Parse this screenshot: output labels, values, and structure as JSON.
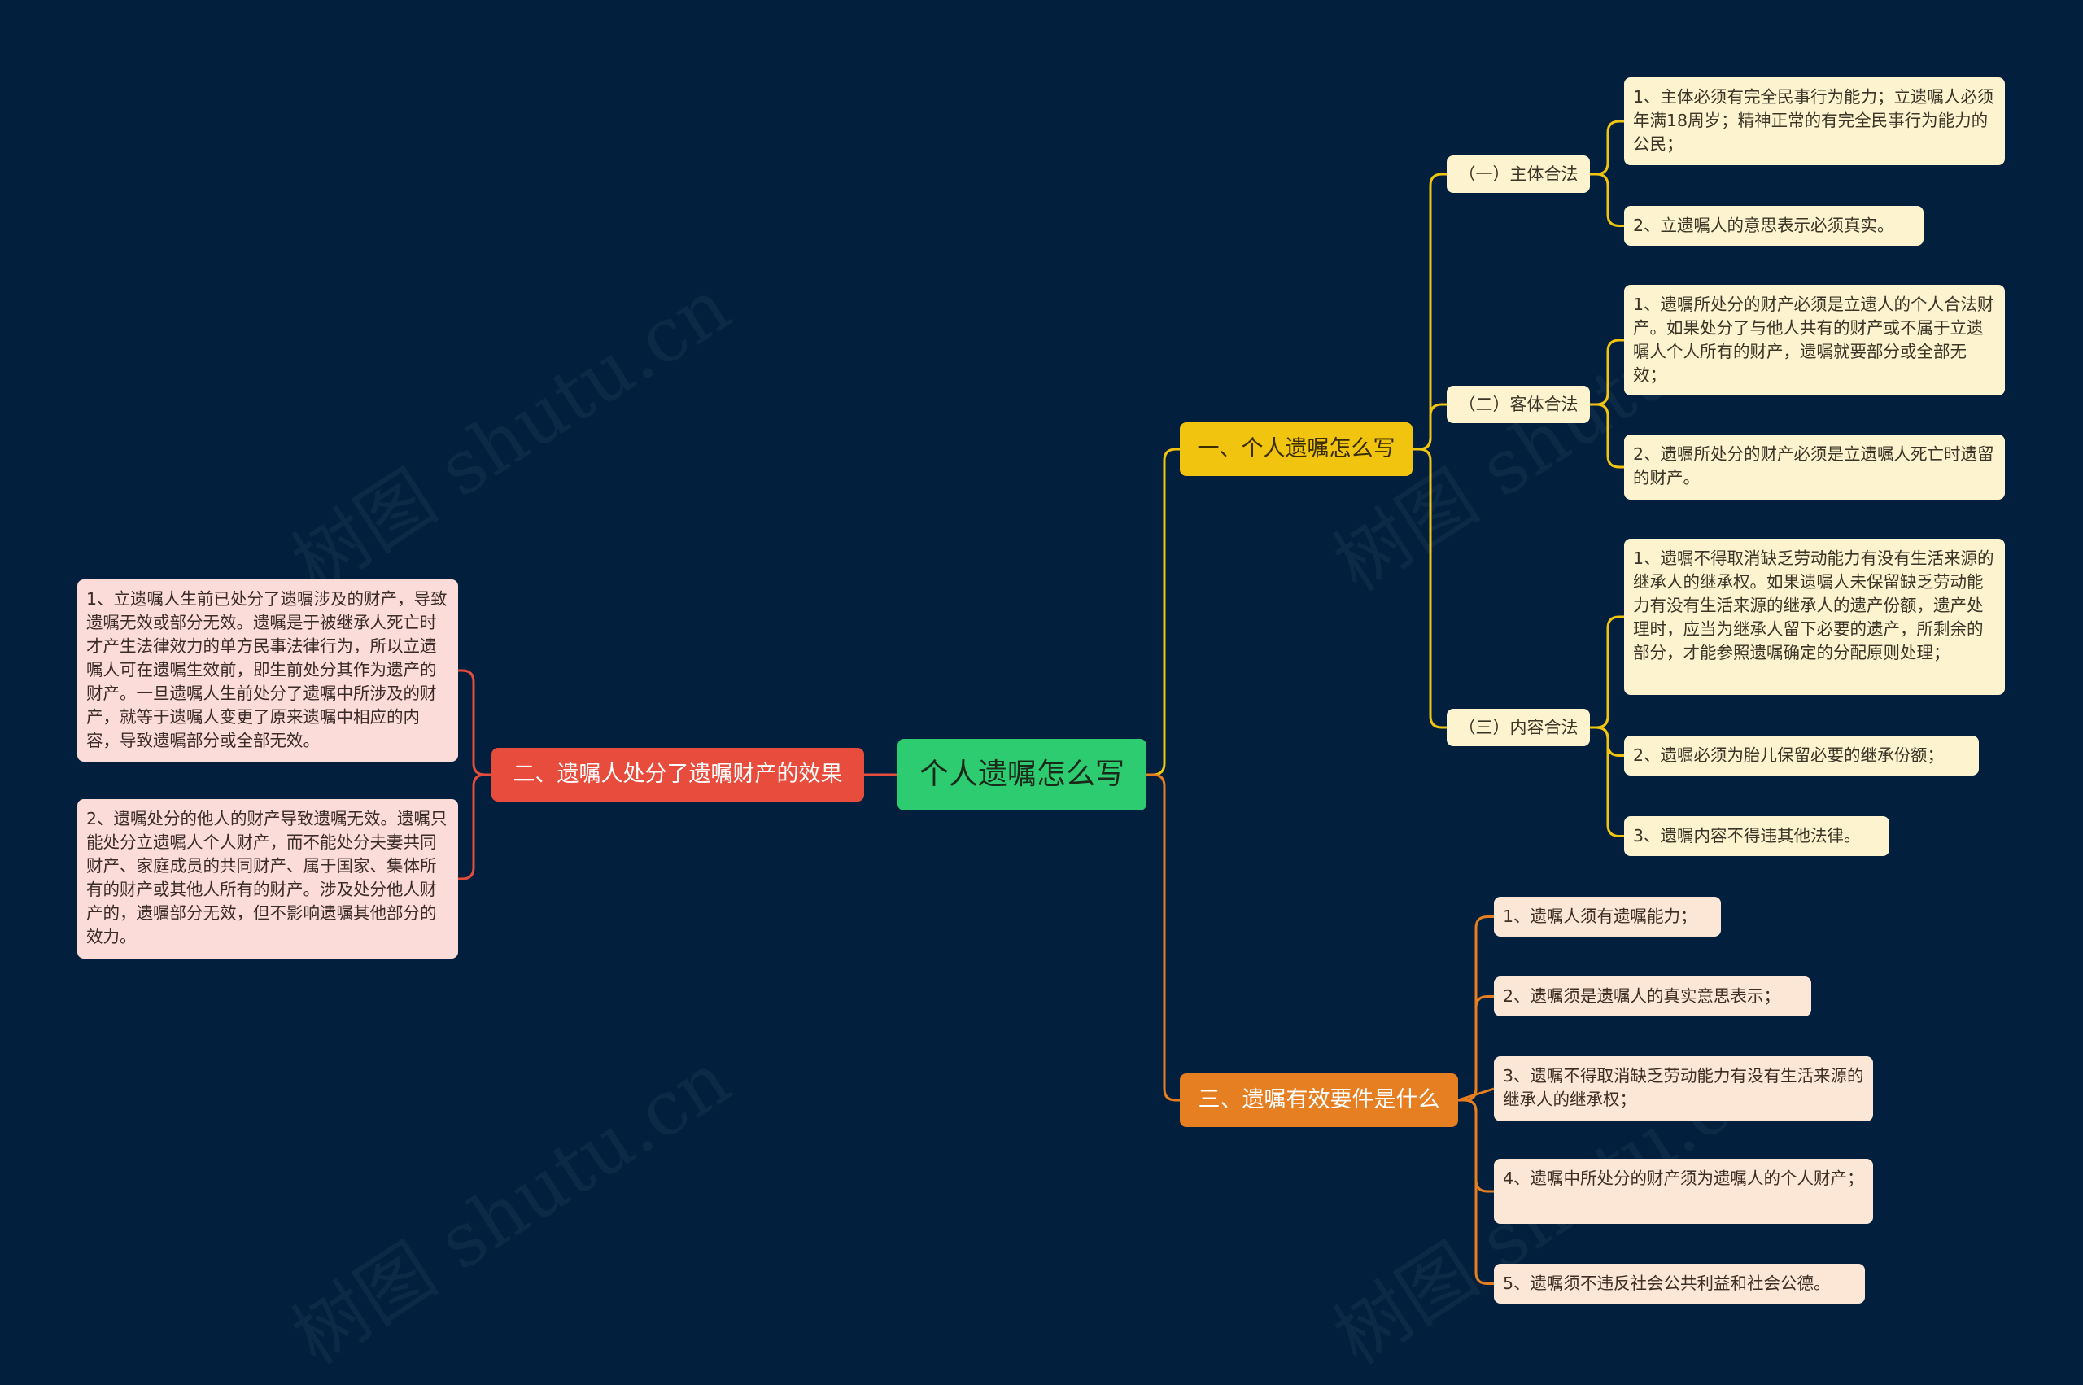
{
  "root": {
    "label": "个人遗嘱怎么写"
  },
  "branches": {
    "b1": {
      "label": "一、个人遗嘱怎么写",
      "subs": [
        {
          "label": "（一）主体合法",
          "leaves": [
            "1、主体必须有完全民事行为能力；立遗嘱人必须年满18周岁；精神正常的有完全民事行为能力的公民；",
            "2、立遗嘱人的意思表示必须真实。"
          ]
        },
        {
          "label": "（二）客体合法",
          "leaves": [
            "1、遗嘱所处分的财产必须是立遗人的个人合法财产。如果处分了与他人共有的财产或不属于立遗嘱人个人所有的财产，遗嘱就要部分或全部无效；",
            "2、遗嘱所处分的财产必须是立遗嘱人死亡时遗留的财产。"
          ]
        },
        {
          "label": "（三）内容合法",
          "leaves": [
            "1、遗嘱不得取消缺乏劳动能力有没有生活来源的继承人的继承权。如果遗嘱人未保留缺乏劳动能力有没有生活来源的继承人的遗产份额，遗产处理时，应当为继承人留下必要的遗产，所剩余的部分，才能参照遗嘱确定的分配原则处理；",
            "2、遗嘱必须为胎儿保留必要的继承份额；",
            "3、遗嘱内容不得违其他法律。"
          ]
        }
      ]
    },
    "b2": {
      "label": "二、遗嘱人处分了遗嘱财产的效果",
      "leaves": [
        "1、立遗嘱人生前已处分了遗嘱涉及的财产，导致遗嘱无效或部分无效。遗嘱是于被继承人死亡时才产生法律效力的单方民事法律行为，所以立遗嘱人可在遗嘱生效前，即生前处分其作为遗产的财产。一旦遗嘱人生前处分了遗嘱中所涉及的财产，就等于遗嘱人变更了原来遗嘱中相应的内容，导致遗嘱部分或全部无效。",
        "2、遗嘱处分的他人的财产导致遗嘱无效。遗嘱只能处分立遗嘱人个人财产，而不能处分夫妻共同财产、家庭成员的共同财产、属于国家、集体所有的财产或其他人所有的财产。涉及处分他人财产的，遗嘱部分无效，但不影响遗嘱其他部分的效力。"
      ]
    },
    "b3": {
      "label": "三、遗嘱有效要件是什么",
      "leaves": [
        "1、遗嘱人须有遗嘱能力；",
        "2、遗嘱须是遗嘱人的真实意思表示；",
        "3、遗嘱不得取消缺乏劳动能力有没有生活来源的继承人的继承权；",
        "4、遗嘱中所处分的财产须为遗嘱人的个人财产；",
        "5、遗嘱须不违反社会公共利益和社会公德。"
      ]
    }
  },
  "watermark": "树图 shutu.cn",
  "colors": {
    "background": "#02203d",
    "root": "#2ecc71",
    "branch1": "#f1c40f",
    "branch2": "#e74c3c",
    "branch3": "#e67e22",
    "line_yellow": "#f1c40f",
    "line_red": "#e74c3c",
    "line_orange": "#e67e22"
  }
}
